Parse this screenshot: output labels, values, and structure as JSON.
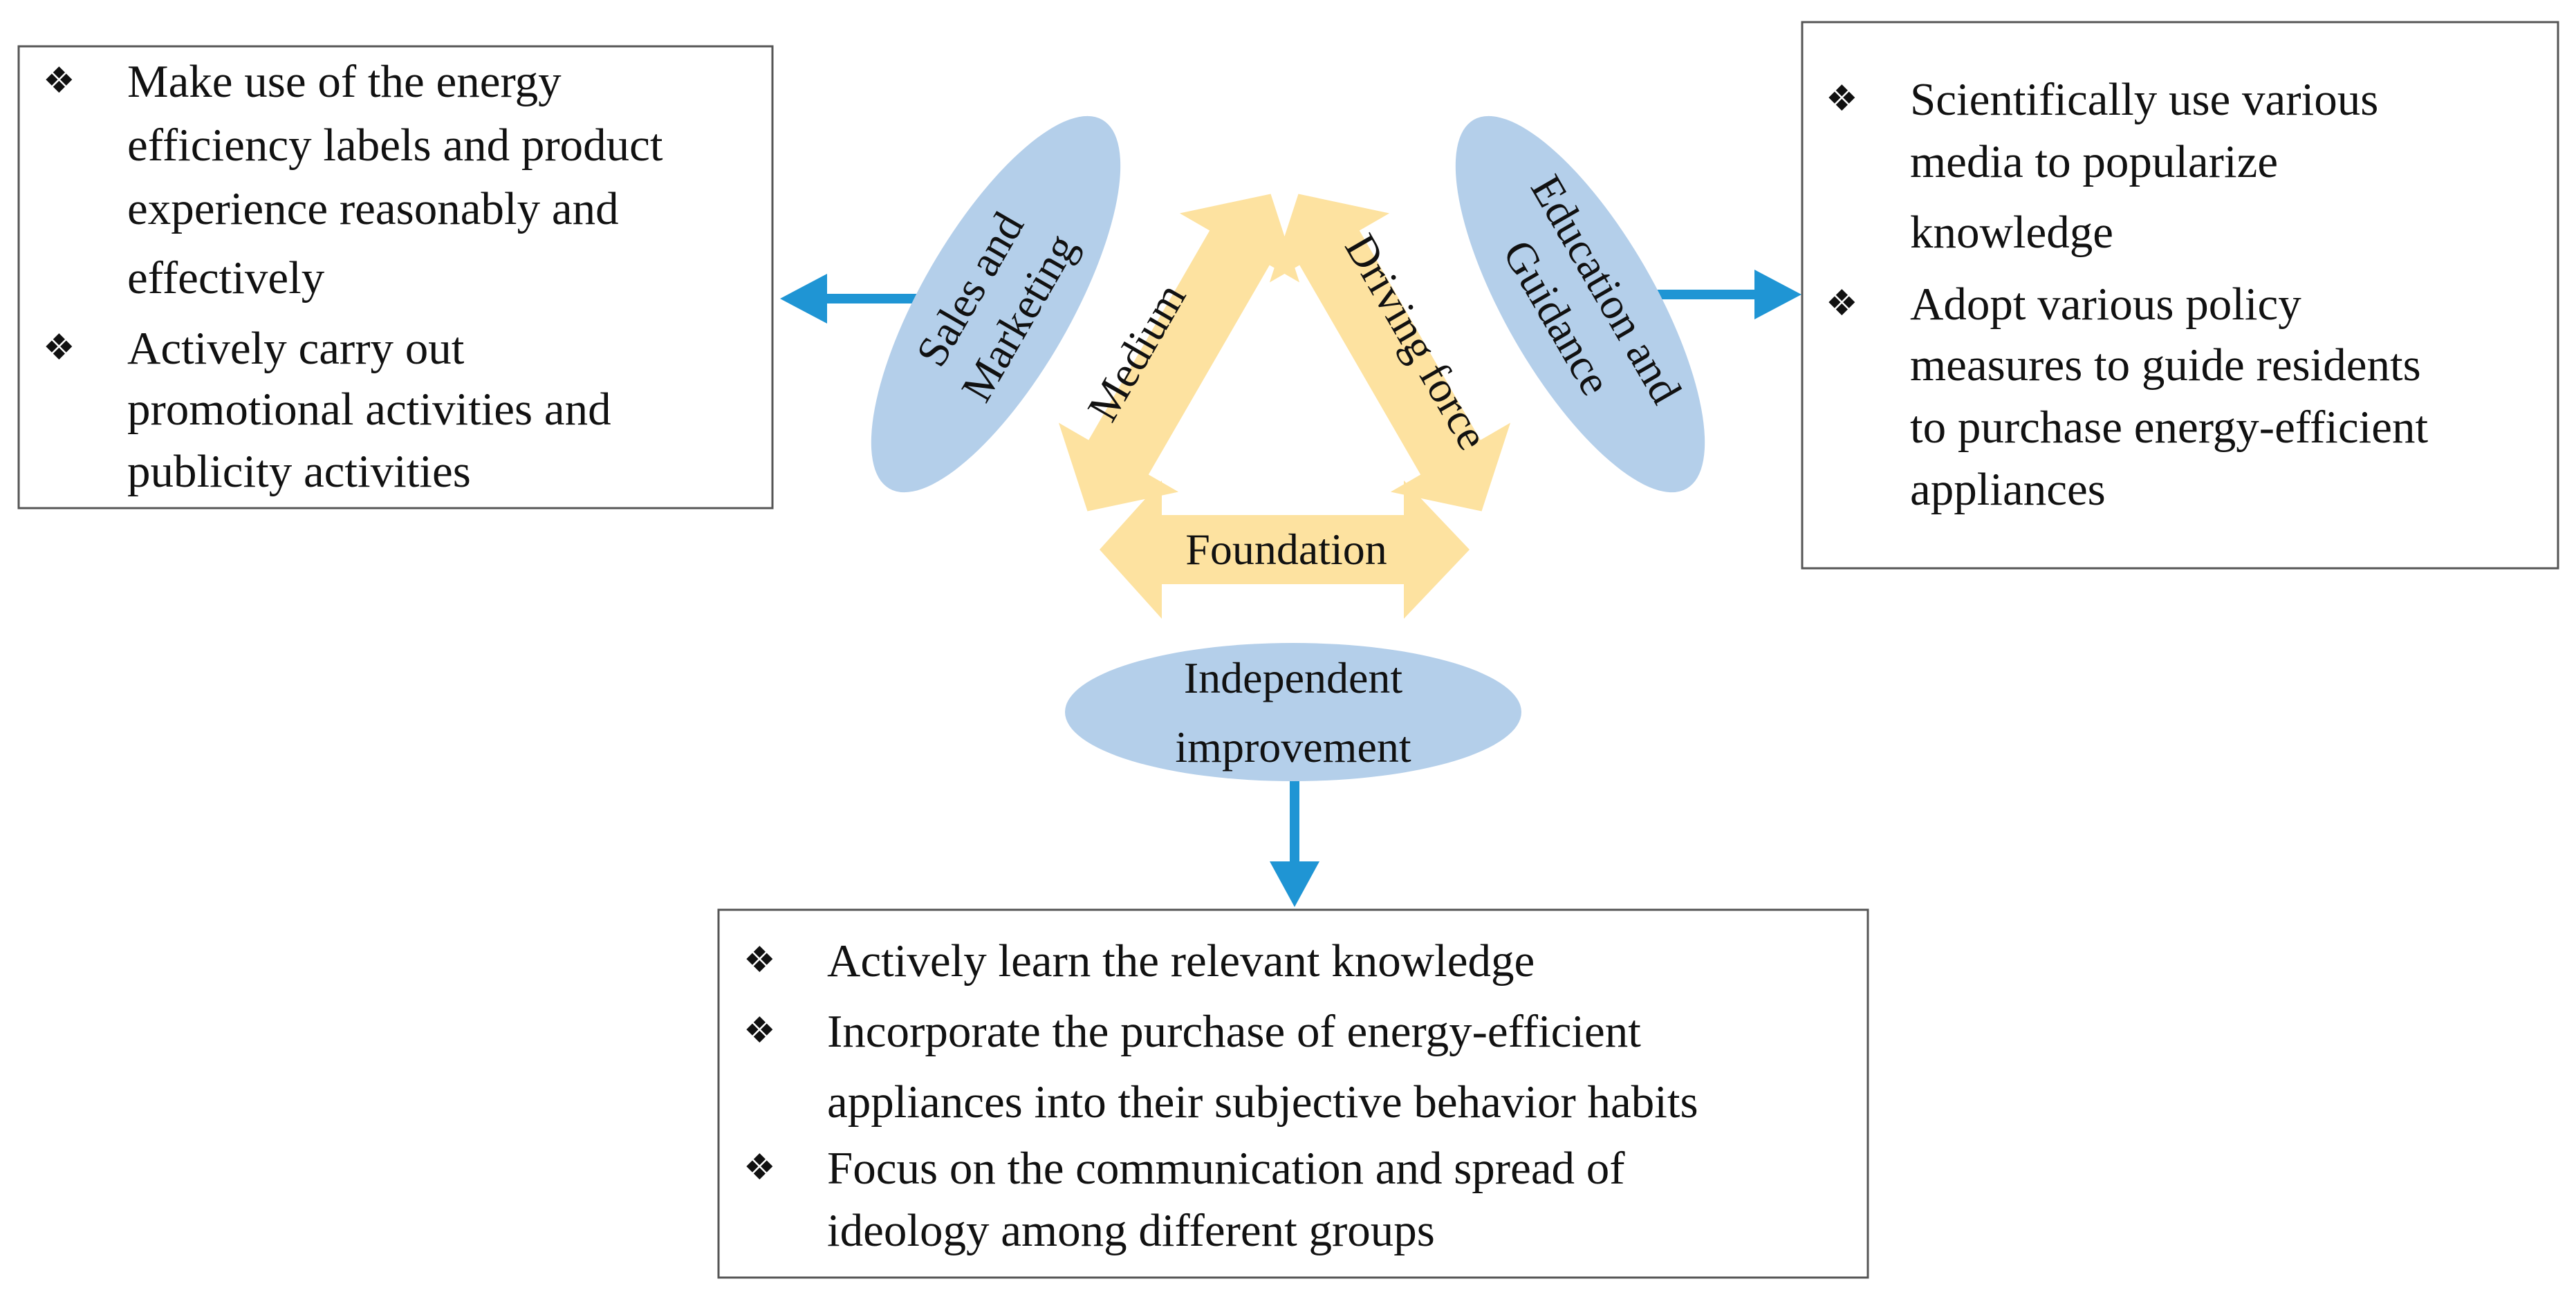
{
  "colors": {
    "ellipse_fill": "#b4cfea",
    "arrow_fill": "#fde2a0",
    "connector": "#1f95d4",
    "box_border": "#555555",
    "text": "#111111"
  },
  "bullet_icon": "diamond-bullet-icon",
  "triangle": {
    "medium": "Medium",
    "driving_force": "Driving force",
    "foundation": "Foundation"
  },
  "ellipses": {
    "sales": {
      "line1": "Sales and",
      "line2": "Marketing"
    },
    "education": {
      "line1": "Education and",
      "line2": "Guidance"
    },
    "independent": {
      "line1": "Independent",
      "line2": "improvement"
    }
  },
  "boxes": {
    "left": {
      "items": [
        {
          "lines": [
            "Make use of the energy",
            "efficiency labels and product",
            "experience reasonably and",
            "effectively"
          ]
        },
        {
          "lines": [
            "Actively carry out",
            "promotional activities and",
            "publicity activities"
          ]
        }
      ]
    },
    "right": {
      "items": [
        {
          "lines": [
            "Scientifically use various",
            "media to popularize",
            "knowledge"
          ]
        },
        {
          "lines": [
            "Adopt various policy",
            "measures to guide residents",
            "to purchase energy-efficient",
            "appliances"
          ]
        }
      ]
    },
    "bottom": {
      "items": [
        {
          "lines": [
            "Actively learn the relevant knowledge"
          ]
        },
        {
          "lines": [
            "Incorporate the purchase of energy-efficient",
            "appliances into their subjective behavior habits"
          ]
        },
        {
          "lines": [
            "Focus on the communication and spread of",
            "ideology among different groups"
          ]
        }
      ]
    }
  }
}
